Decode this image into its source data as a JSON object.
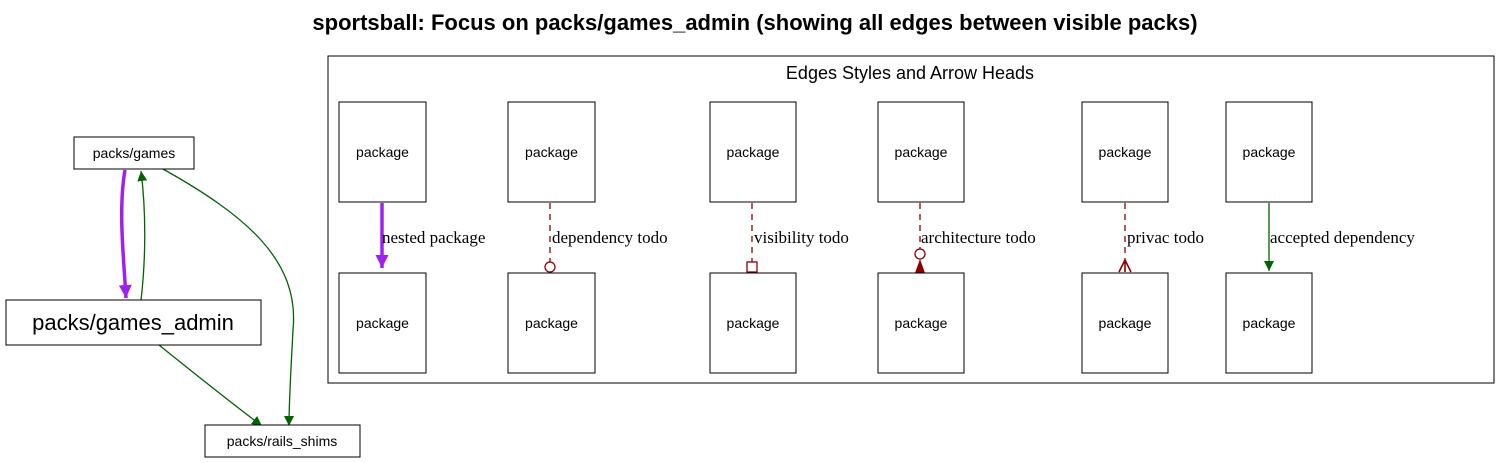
{
  "title": "sportsball: Focus on packs/games_admin (showing all edges between visible packs)",
  "nodes": {
    "games": "packs/games",
    "games_admin": "packs/games_admin",
    "rails_shims": "packs/rails_shims"
  },
  "legend": {
    "title": "Edges Styles and Arrow Heads",
    "package_label": "package",
    "edges": [
      {
        "label": "nested package",
        "color": "#a020f0",
        "style": "solid",
        "head": "normal"
      },
      {
        "label": "dependency todo",
        "color": "#8b0000",
        "style": "dashed",
        "head": "odot"
      },
      {
        "label": "visibility todo",
        "color": "#8b0000",
        "style": "dashed",
        "head": "obox"
      },
      {
        "label": "architecture todo",
        "color": "#8b0000",
        "style": "dashed",
        "head": "normalodot"
      },
      {
        "label": "privac todo",
        "color": "#8b0000",
        "style": "dashed",
        "head": "crow"
      },
      {
        "label": "accepted dependency",
        "color": "#006400",
        "style": "solid",
        "head": "normal"
      }
    ]
  },
  "colors": {
    "nested": "#a020f0",
    "todo": "#8b0000",
    "accepted": "#006400"
  }
}
